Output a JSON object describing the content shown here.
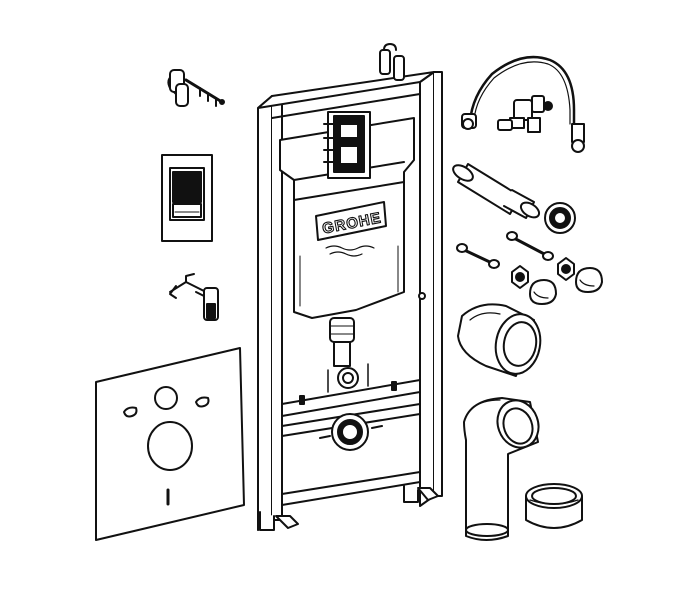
{
  "diagram": {
    "brand_label": "GROHE",
    "colors": {
      "line": "#111111",
      "fill": "#ffffff",
      "dark": "#1a1a1a",
      "background": "#ffffff"
    },
    "parts": [
      {
        "id": "wall-bracket",
        "icon": "wall-bracket-icon"
      },
      {
        "id": "flush-plate",
        "icon": "flush-plate-icon"
      },
      {
        "id": "actuator-rod",
        "icon": "actuator-rod-icon"
      },
      {
        "id": "sound-insulation-mat",
        "icon": "insulation-mat-icon"
      },
      {
        "id": "installation-frame",
        "icon": "frame-icon"
      },
      {
        "id": "flush-cistern",
        "icon": "cistern-icon"
      },
      {
        "id": "water-supply-hose",
        "icon": "hose-icon"
      },
      {
        "id": "flush-pipe",
        "icon": "pipe-icon"
      },
      {
        "id": "fixing-bolts",
        "icon": "bolt-icon"
      },
      {
        "id": "pan-connector",
        "icon": "connector-icon"
      },
      {
        "id": "bend-pipe",
        "icon": "bend-pipe-icon"
      },
      {
        "id": "pipe-sleeve",
        "icon": "sleeve-icon"
      }
    ]
  }
}
